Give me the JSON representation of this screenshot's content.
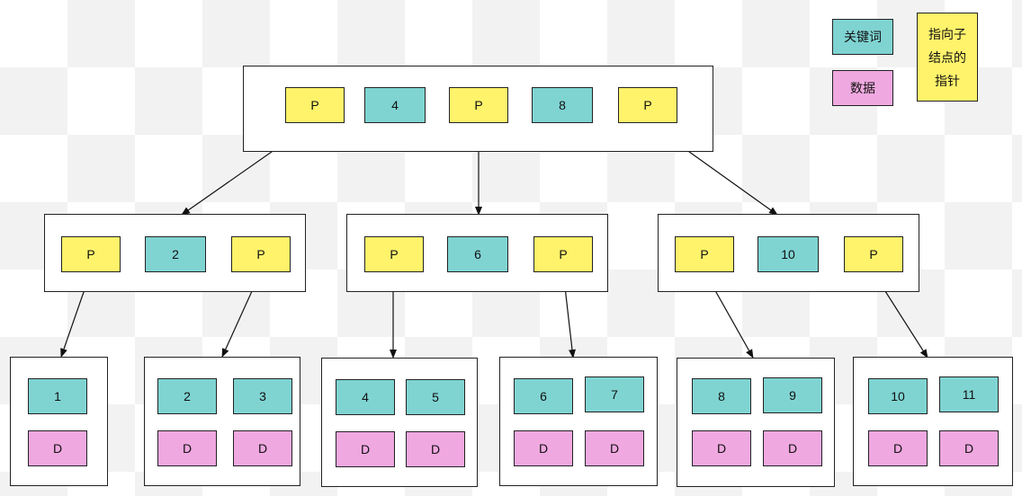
{
  "legend": {
    "key_label": "关键词",
    "data_label": "数据",
    "pointer_label_l1": "指向子",
    "pointer_label_l2": "结点的",
    "pointer_label_l3": "指针"
  },
  "colors": {
    "pointer": "#fff36b",
    "keyword": "#7fd4d2",
    "data": "#f0a8e0"
  },
  "root": {
    "p1": "P",
    "k1": "4",
    "p2": "P",
    "k2": "8",
    "p3": "P"
  },
  "internal": [
    {
      "p1": "P",
      "k": "2",
      "p2": "P"
    },
    {
      "p1": "P",
      "k": "6",
      "p2": "P"
    },
    {
      "p1": "P",
      "k": "10",
      "p2": "P"
    }
  ],
  "leaves": [
    {
      "keys": [
        "1"
      ],
      "data": [
        "D"
      ]
    },
    {
      "keys": [
        "2",
        "3"
      ],
      "data": [
        "D",
        "D"
      ]
    },
    {
      "keys": [
        "4",
        "5"
      ],
      "data": [
        "D",
        "D"
      ]
    },
    {
      "keys": [
        "6",
        "7"
      ],
      "data": [
        "D",
        "D"
      ]
    },
    {
      "keys": [
        "8",
        "9"
      ],
      "data": [
        "D",
        "D"
      ]
    },
    {
      "keys": [
        "10",
        "11"
      ],
      "data": [
        "D",
        "D"
      ]
    }
  ]
}
